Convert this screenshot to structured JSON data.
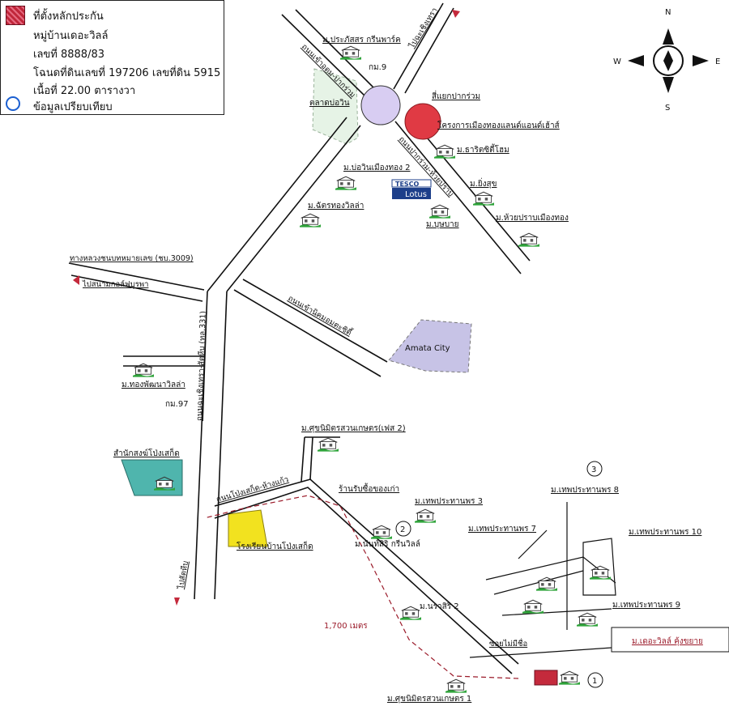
{
  "legend": {
    "line1": "ที่ตั้งหลักประกัน",
    "line2": "หมู่บ้านเดอะวิลล์",
    "line3": "เลขที่ 8888/83",
    "line4": "โฉนดที่ดินเลขที่ 197206 เลขที่ดิน 5915",
    "line5": "เนื้อที่ 22.00 ตารางวา",
    "line6": "ข้อมูลเปรียบเทียบ"
  },
  "compass": {
    "n": "N",
    "s": "S",
    "e": "E",
    "w": "W"
  },
  "roads": {
    "r1": "ถนนเข้าอุดม-ปากร่วม",
    "r2": "ถนนปากร่วม-ห้วยปราบ",
    "r3": "ทางหลวงชนบทหมายเลข (ชบ.3009)",
    "r4": "ถนนเข้านิคมอมตะซิตี้",
    "r5": "ถนนฉะเชิงเทรา-สัตหีบ (ทล.331)",
    "r6": "ถนนโป่งเสก็ด-ห้างแก้ว",
    "r7": "ซอยไม่มีชื่อ"
  },
  "directions": {
    "d1": "ไปฉะเชิงเทรา",
    "d2": "ไปสนามกอล์ฟบูรพา",
    "d3": "ไปสัตหีบ"
  },
  "places": {
    "p1": "ม.ประภัสสร กรีนพาร์ค",
    "p2": "กม.9",
    "p3": "ตลาดบ่อวิน",
    "p4": "สี่แยกปากร่วม",
    "p5": "โครงการเมืองทองแลนด์แอนด์เฮ้าส์",
    "p6": "ม.ธาริตซิตี้โฮม",
    "p7": "ม.บ่อวินเมืองทอง 2",
    "p8": "ม.ยิ่งสุข",
    "p9": "ม.ฉัตรทองวิลล่า",
    "p10": "ม.บุษบาย",
    "p11": "ม.ห้วยปราบเมืองทอง",
    "p12": "TESCO",
    "p13": "Lotus",
    "p14": "Amata City",
    "p15": "ม.ทองพัฒนาวิลล่า",
    "p16": "กม.97",
    "p17": "ม.ศุขนิมิตรสวนเกษตร(เฟส 2)",
    "p18": "สำนักสงฆ์โป่งเสก็ด",
    "p19": "ร้านรับซื้อของเก่า",
    "p20": "ม.เทพประทานพร 3",
    "p21": "ม.นันท์สิริ กรีนวิลล์",
    "p22": "โรงเรียนบ้านโป่งเสก็ด",
    "p23": "ม.นราสิริ 2",
    "p24": "1,700 เมตร",
    "p25": "ม.เทพประทานพร 8",
    "p26": "ม.เทพประทานพร 7",
    "p27": "ม.เทพประทานพร 10",
    "p28": "ม.เทพประทานพร 9",
    "p29": "ม.เดอะวิลล์ คุ้งขยาย",
    "p30": "ม.ศุขนิมิตรสวนเกษตร 1",
    "n1": "1",
    "n2": "2",
    "n3": "3"
  }
}
